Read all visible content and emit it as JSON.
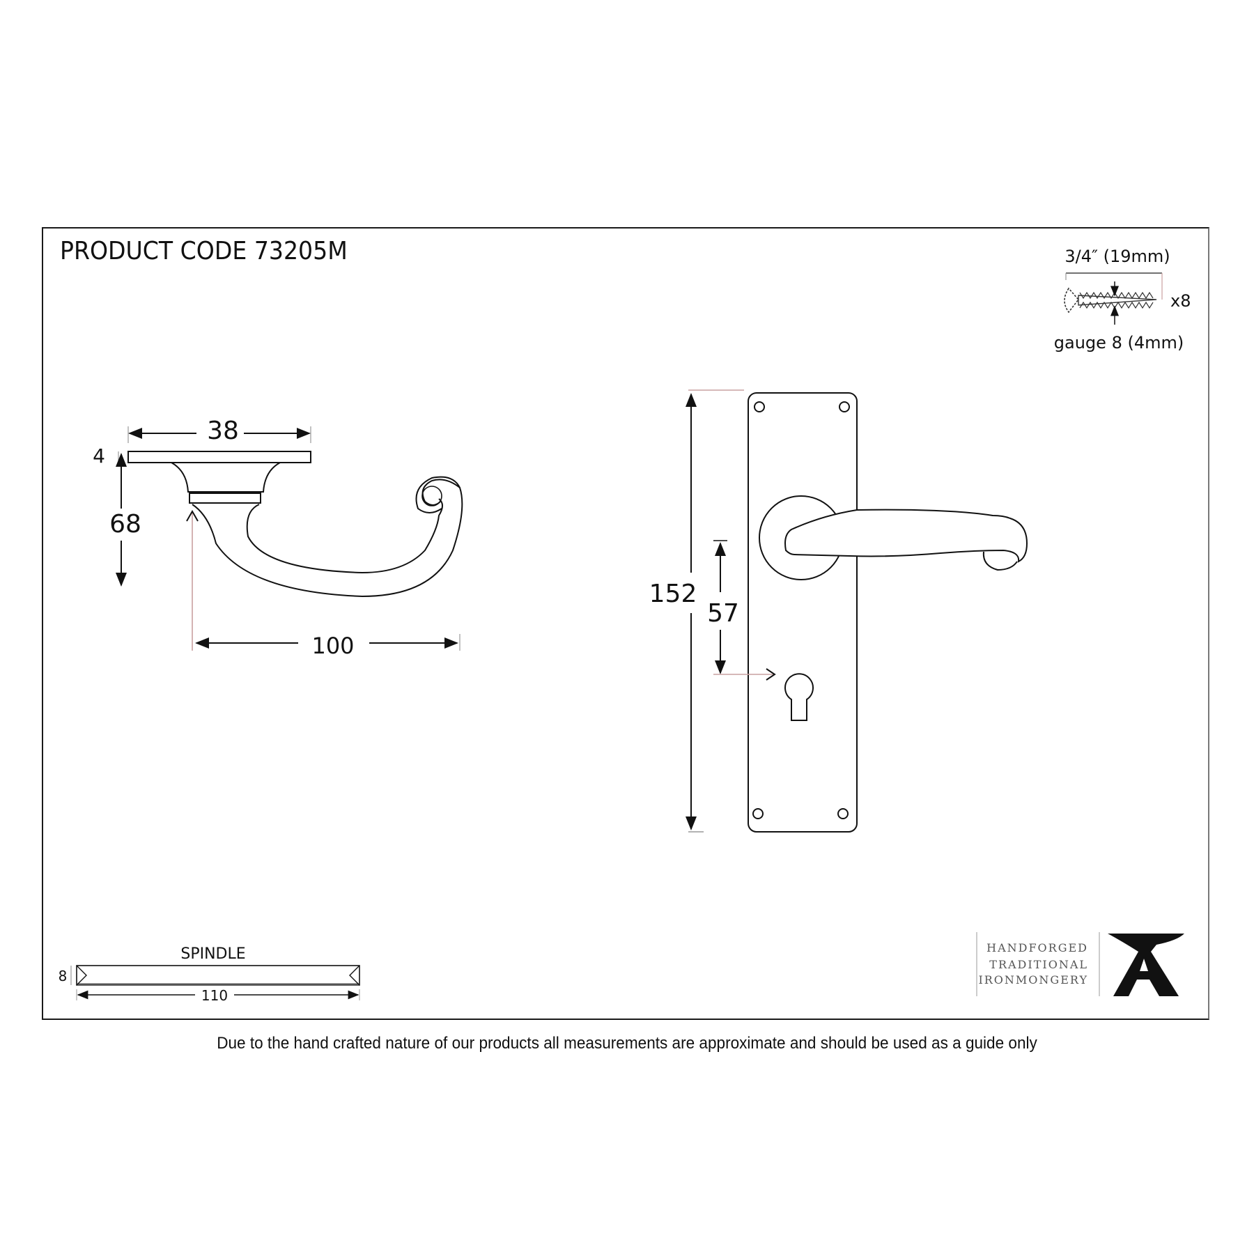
{
  "title": "PRODUCT CODE 73205M",
  "screw": {
    "length_label": "3/4″ (19mm)",
    "quantity_label": "x8",
    "gauge_label": "gauge 8 (4mm)"
  },
  "side_view": {
    "rose_width": "38",
    "rose_thickness": "4",
    "projection": "68",
    "lever_length": "100"
  },
  "front_view": {
    "plate_height": "152",
    "centre_distance": "57"
  },
  "spindle": {
    "label": "SPINDLE",
    "thickness": "8",
    "length": "110"
  },
  "logo": {
    "line1": "HANDFORGED",
    "line2": "TRADITIONAL",
    "line3": "IRONMONGERY",
    "icon": "anvil-icon"
  },
  "disclaimer": "Due to the hand crafted nature of our products all measurements are approximate and should be used as a guide only",
  "colors": {
    "line": "#111111",
    "extension_line": "#c9a0a0",
    "logo_text": "#555555"
  }
}
